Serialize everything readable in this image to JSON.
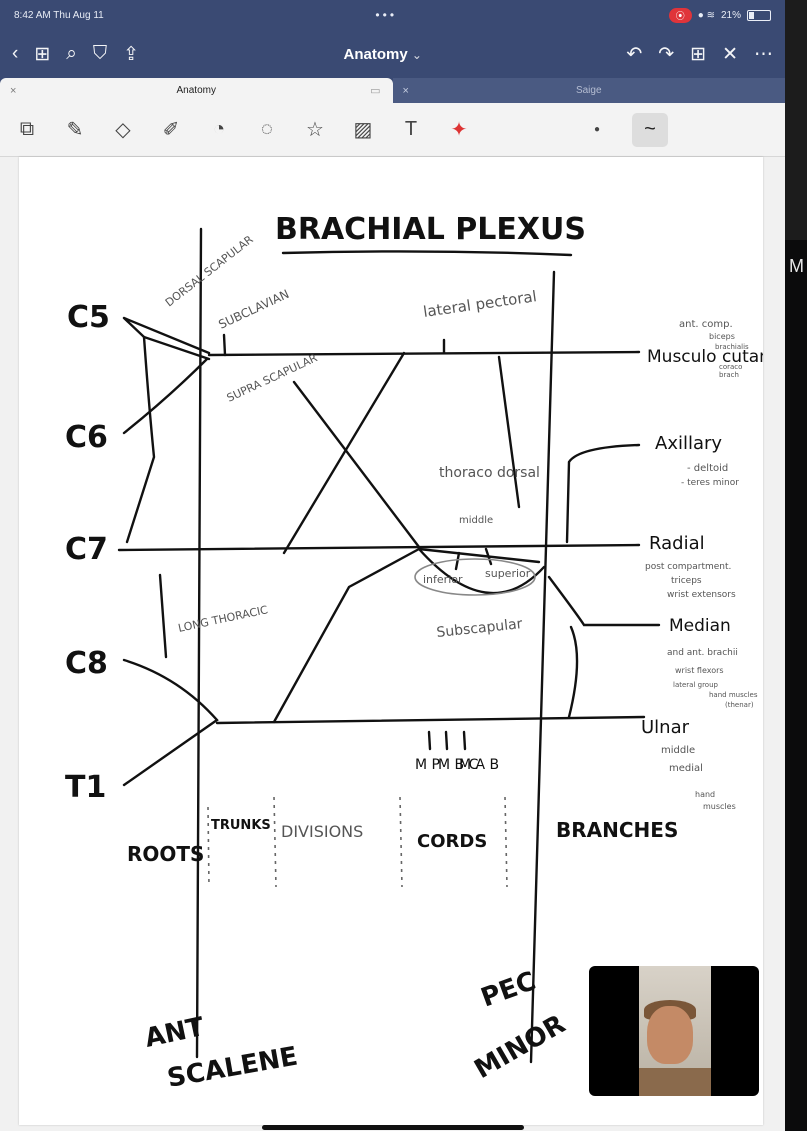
{
  "status_bar": {
    "time": "8:42 AM  Thu Aug 11",
    "battery": "21%"
  },
  "nav": {
    "title": "Anatomy",
    "chevron": "⌄"
  },
  "tabs": [
    {
      "label": "Anatomy"
    },
    {
      "label": "Saige"
    }
  ],
  "side_strip": {
    "text": "M"
  },
  "notes": {
    "title": "BRACHIAL PLEXUS",
    "roots": [
      "C5",
      "C6",
      "C7",
      "C8",
      "T1"
    ],
    "columns": [
      "ROOTS",
      "TRUNKS",
      "DIVISIONS",
      "CORDS",
      "BRANCHES"
    ],
    "nerves_upper": [
      "DORSAL SCAPULAR",
      "SUBCLAVIAN",
      "SUPRA SCAPULAR",
      "lateral pectoral",
      "LONG THORACIC"
    ],
    "nerves_cord": [
      "thoraco dorsal",
      "middle",
      "inferior",
      "superior",
      "Subscapular"
    ],
    "cord_labels": [
      "M P",
      "M B C",
      "M A B"
    ],
    "branches": [
      {
        "name": "Musculo cutaneous",
        "notes": [
          "ant. comp.",
          "biceps",
          "brachialis",
          "coraco",
          "brach"
        ]
      },
      {
        "name": "Axillary",
        "notes": [
          "- deltoid",
          "- teres minor"
        ]
      },
      {
        "name": "Radial",
        "notes": [
          "post compartment.",
          "triceps",
          "wrist extensors"
        ]
      },
      {
        "name": "Median",
        "notes": [
          "and ant. brachii",
          "wrist flexors",
          "lateral group",
          "hand muscles",
          "(thenar)"
        ]
      },
      {
        "name": "Ulnar",
        "notes": [
          "middle",
          "medial",
          "hand",
          "muscles"
        ]
      }
    ],
    "bottom_left": [
      "ANT",
      "SCALENE"
    ],
    "bottom_right": [
      "PEC",
      "MINOR"
    ]
  },
  "colors": {
    "bar": "#3a4a73",
    "ink": "#111111",
    "pencil": "#6b6b6b"
  },
  "icons": {
    "nav_left": [
      "back-icon",
      "grid-icon",
      "search-icon",
      "bookmark-icon",
      "share-icon"
    ],
    "nav_right": [
      "undo-icon",
      "redo-icon",
      "add-page-icon",
      "close-icon",
      "more-icon"
    ],
    "tools": [
      "zoom-window-icon",
      "pen-icon",
      "eraser-icon",
      "highlighter-icon",
      "shapes-icon",
      "lasso-icon",
      "image-icon",
      "text-icon",
      "laser-icon"
    ]
  }
}
